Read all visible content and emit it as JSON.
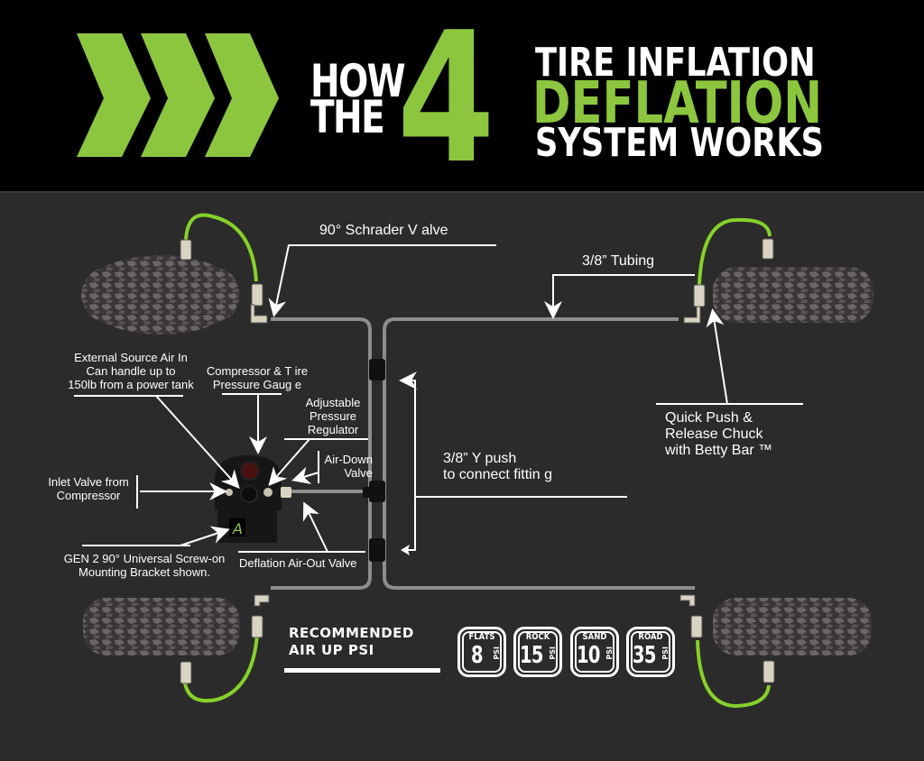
{
  "title": {
    "how": "HOW",
    "the": "THE",
    "number": "4",
    "line1": "TIRE INFLATION",
    "line2": "DEFLATION",
    "line3": "SYSTEM WORKS"
  },
  "colors": {
    "brand_green": "#8cc63f",
    "hose_green": "#86d12a",
    "background": "#2b2b2b",
    "banner": "#000000",
    "tubing": "#8a8a8a"
  },
  "labels": {
    "schrader_valve": "90° Schrader V alve",
    "tubing": "3/8” Tubing",
    "quick_push": [
      "Quick Push &",
      "Release Chuck",
      "with Betty Bar  ™"
    ],
    "external_source": [
      "External Source   Air In",
      "Can handle up to",
      "150lb from a power tank"
    ],
    "compressor_gauge": [
      "Compressor & T ire",
      "Pressure Gaug e"
    ],
    "regulator": [
      "Adjustable",
      "Pressure",
      "Regulator"
    ],
    "air_down": [
      "Air-Down",
      "Valve"
    ],
    "inlet_valve": [
      "Inlet Valve from",
      "Compressor"
    ],
    "y_push": [
      "3/8”  Y push",
      "to connect fittin   g"
    ],
    "bracket": [
      "GEN 2 90° Universal Screw-on",
      "Mounting Bracket shown."
    ],
    "deflation": "Deflation  Air-Out  Valve"
  },
  "recommended": {
    "line1": "RECOMMENDED",
    "line2": "AIR UP PSI",
    "badges": [
      {
        "name": "FLATS",
        "value": "8",
        "unit": "PSI"
      },
      {
        "name": "ROCK",
        "value": "15",
        "unit": "PSI"
      },
      {
        "name": "SAND",
        "value": "10",
        "unit": "PSI"
      },
      {
        "name": "ROAD",
        "value": "35",
        "unit": "PSI"
      }
    ]
  }
}
